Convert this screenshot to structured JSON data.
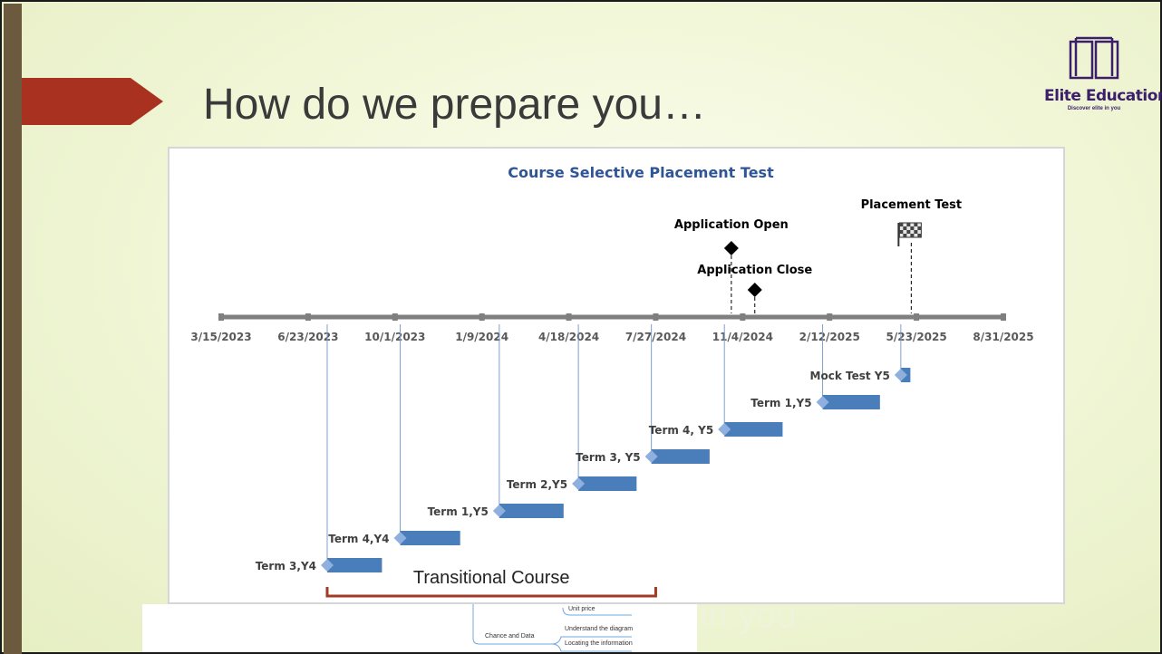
{
  "slide": {
    "title": "How do we prepare you…",
    "logo": {
      "name": "Elite Education",
      "tagline": "Discover elite in you",
      "icon": "book-icon"
    },
    "watermark": "in you",
    "accent_color": "#a8321f",
    "brand_color": "#3c1f6b"
  },
  "chart_data": {
    "type": "timeline",
    "title": "Course Selective Placement Test",
    "ticks": [
      "3/15/2023",
      "6/23/2023",
      "10/1/2023",
      "1/9/2024",
      "4/18/2024",
      "7/27/2024",
      "11/4/2024",
      "2/12/2025",
      "5/23/2025",
      "8/31/2025"
    ],
    "tasks": [
      {
        "name": "Term 3,Y4",
        "start": "2023-07-15",
        "end": "2023-09-16"
      },
      {
        "name": "Term 4,Y4",
        "start": "2023-10-07",
        "end": "2023-12-15"
      },
      {
        "name": "Term 1,Y5",
        "start": "2024-01-29",
        "end": "2024-04-12"
      },
      {
        "name": "Term 2,Y5",
        "start": "2024-04-29",
        "end": "2024-07-05"
      },
      {
        "name": "Term 3, Y5",
        "start": "2024-07-22",
        "end": "2024-09-27"
      },
      {
        "name": "Term 4, Y5",
        "start": "2024-10-14",
        "end": "2024-12-20"
      },
      {
        "name": "Term 1,Y5",
        "start": "2025-02-04",
        "end": "2025-04-11"
      },
      {
        "name": "Mock Test Y5",
        "start": "2025-05-05",
        "end": "2025-05-16"
      }
    ],
    "milestones": [
      {
        "name": "Application Open",
        "date": "2024-10-22",
        "marker": "diamond"
      },
      {
        "name": "Application Close",
        "date": "2024-11-18",
        "marker": "diamond"
      },
      {
        "name": "Placement Test",
        "date": "2025-05-17",
        "marker": "flag"
      }
    ],
    "bracket": {
      "label": "Transitional Course",
      "start": "2023-07-15",
      "end": "2024-07-27"
    },
    "colors": {
      "bar": "#4a7ebb",
      "axis": "#7f7f7f",
      "title": "#2f5597",
      "bracket": "#a23b25"
    }
  },
  "mindmap": {
    "items": [
      "Unit price",
      "Chance and Data",
      "Understand the diagram",
      "Locating the information"
    ]
  }
}
